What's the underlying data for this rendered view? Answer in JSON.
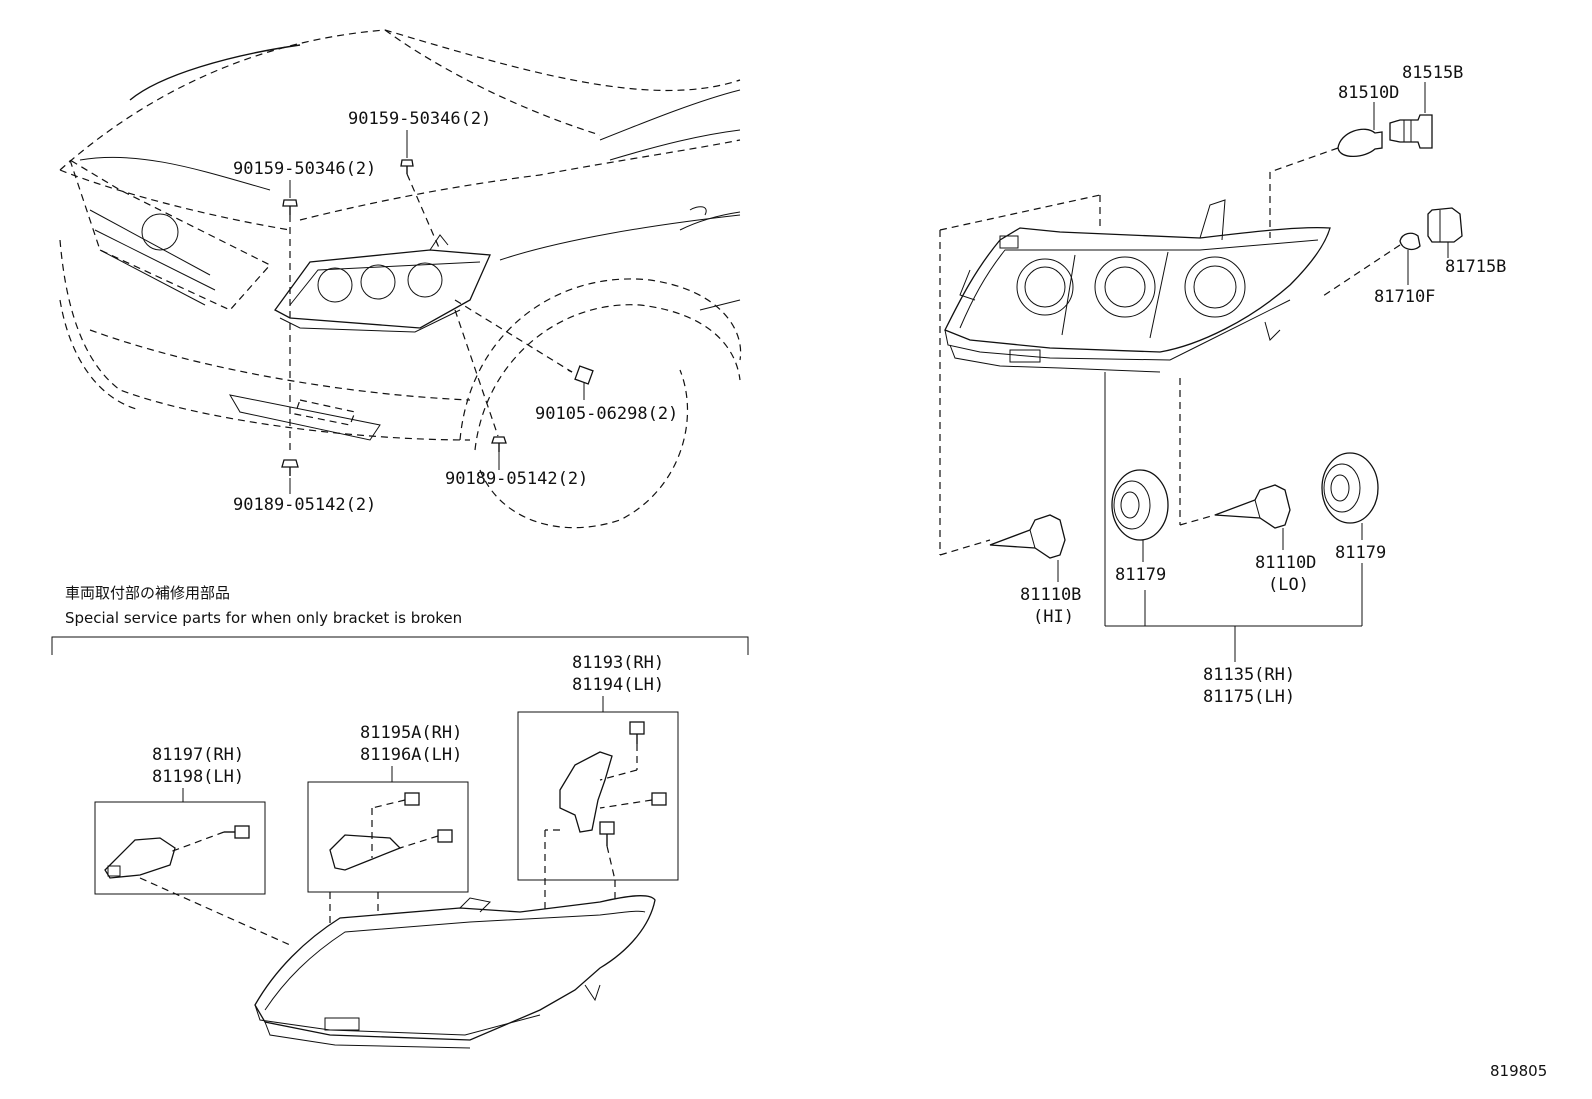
{
  "labels": {
    "p90159_upper": "90159-50346(2)",
    "p90159_left": "90159-50346(2)",
    "p90105": "90105-06298(2)",
    "p90189_right": "90189-05142(2)",
    "p90189_left": "90189-05142(2)",
    "p81515B": "81515B",
    "p81510D": "81510D",
    "p81715B": "81715B",
    "p81710F": "81710F",
    "p81110B": "81110B",
    "p81110B_sub": "(HI)",
    "p81179_a": "81179",
    "p81110D": "81110D",
    "p81110D_sub": "(LO)",
    "p81179_b": "81179",
    "p81135": "81135(RH)",
    "p81175": "81175(LH)",
    "p81193": "81193(RH)",
    "p81194": "81194(LH)",
    "p81195A": "81195A(RH)",
    "p81196A": "81196A(LH)",
    "p81197": "81197(RH)",
    "p81198": "81198(LH)"
  },
  "notes": {
    "japanese": "車両取付部の補修用部品",
    "english": "Special service parts for when only bracket is broken"
  },
  "figure_id": "819805"
}
